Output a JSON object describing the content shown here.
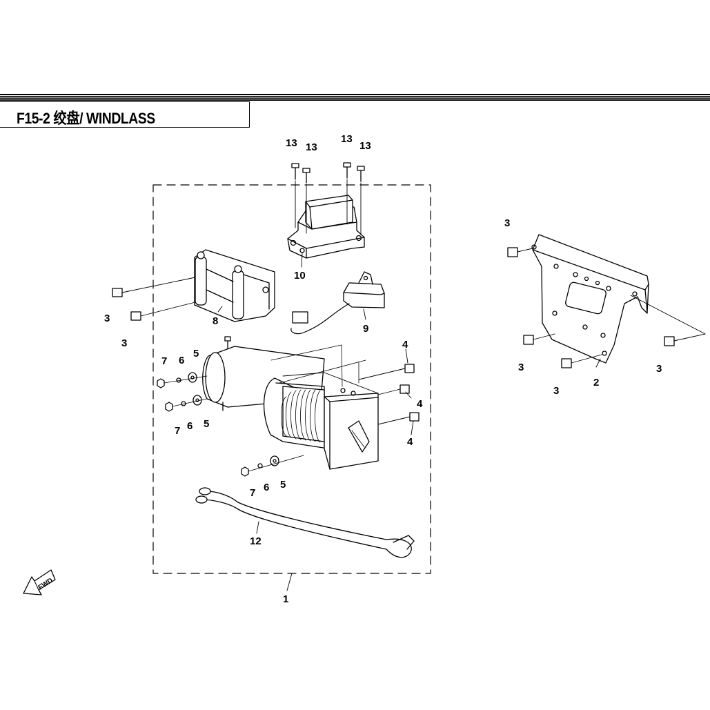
{
  "title": {
    "text": "F15-2  绞盘/ WINDLASS"
  },
  "fwd_label": "FWD",
  "callouts": [
    {
      "id": "c13a",
      "text": "13"
    },
    {
      "id": "c13b",
      "text": "13"
    },
    {
      "id": "c13c",
      "text": "13"
    },
    {
      "id": "c13d",
      "text": "13"
    },
    {
      "id": "c10",
      "text": "10"
    },
    {
      "id": "c3a",
      "text": "3"
    },
    {
      "id": "c3b",
      "text": "3"
    },
    {
      "id": "c8",
      "text": "8"
    },
    {
      "id": "c9",
      "text": "9"
    },
    {
      "id": "c7a",
      "text": "7"
    },
    {
      "id": "c6a",
      "text": "6"
    },
    {
      "id": "c5a",
      "text": "5"
    },
    {
      "id": "c7b",
      "text": "7"
    },
    {
      "id": "c6b",
      "text": "6"
    },
    {
      "id": "c5b",
      "text": "5"
    },
    {
      "id": "c4a",
      "text": "4"
    },
    {
      "id": "c4b",
      "text": "4"
    },
    {
      "id": "c4c",
      "text": "4"
    },
    {
      "id": "c7c",
      "text": "7"
    },
    {
      "id": "c6c",
      "text": "6"
    },
    {
      "id": "c5c",
      "text": "5"
    },
    {
      "id": "c12",
      "text": "12"
    },
    {
      "id": "c1",
      "text": "1"
    },
    {
      "id": "c3c",
      "text": "3"
    },
    {
      "id": "c3d",
      "text": "3"
    },
    {
      "id": "c3e",
      "text": "3"
    },
    {
      "id": "c3f",
      "text": "3"
    },
    {
      "id": "c2",
      "text": "2"
    }
  ]
}
